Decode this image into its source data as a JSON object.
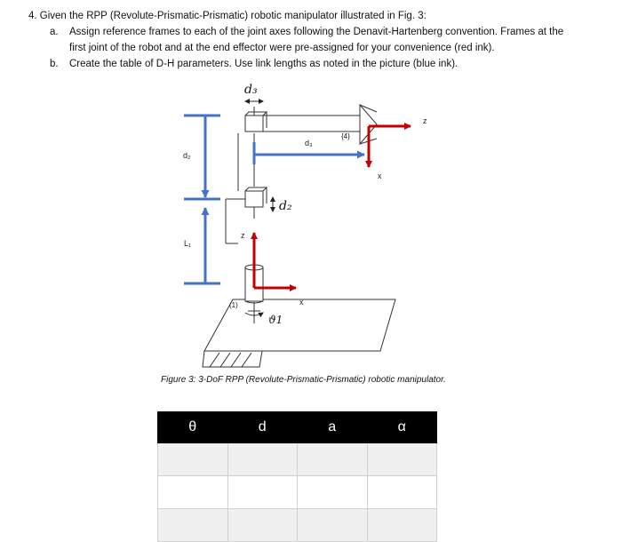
{
  "question": {
    "title": "4. Given the RPP (Revolute-Prismatic-Prismatic) robotic manipulator illustrated in Fig. 3:",
    "items": [
      {
        "label": "a.",
        "text": "Assign reference frames to each of the joint axes following the Denavit-Hartenberg convention. Frames at the first joint of the robot and at the end effector were pre-assigned for your convenience (red ink)."
      },
      {
        "label": "b.",
        "text": "Create the table of D-H parameters. Use link lengths as noted in the picture (blue ink)."
      }
    ]
  },
  "figure": {
    "labels": {
      "d3_top": "d₃",
      "d3_blue": "d₃",
      "d2_blue": "d₂",
      "d2_joint": "d₂",
      "L1": "L₁",
      "frame4": "{4}",
      "frame1": "(1)",
      "theta1": "ϑ1",
      "z_end": "z",
      "x_end": "x",
      "z_base": "z",
      "x_base": "x"
    },
    "caption": "Figure 3: 3-DoF RPP (Revolute-Prismatic-Prismatic) robotic manipulator.",
    "colors": {
      "link_length": "#4472c4",
      "frame": "#c00000",
      "robot": "#333333"
    }
  },
  "dh_table": {
    "headers": [
      "θ",
      "d",
      "a",
      "α"
    ],
    "rows": [
      [
        "",
        "",
        "",
        ""
      ],
      [
        "",
        "",
        "",
        ""
      ],
      [
        "",
        "",
        "",
        ""
      ]
    ]
  }
}
